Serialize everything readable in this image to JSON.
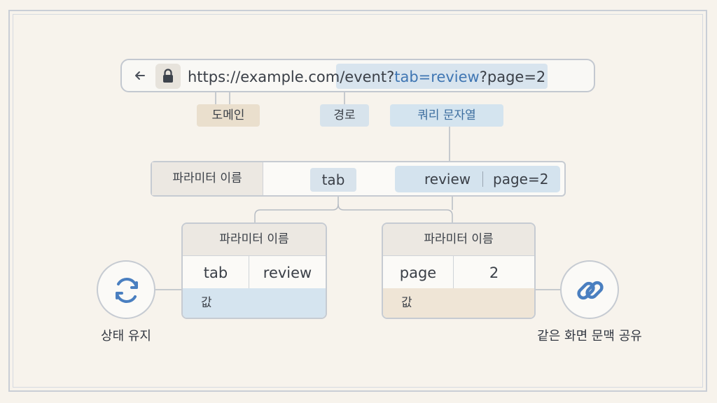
{
  "url_bar": {
    "scheme": "https://",
    "domain": "example.com",
    "path": "/event?",
    "query_tab": "tab=review",
    "query_page": "?page=2"
  },
  "labels": {
    "domain": "도메인",
    "path": "경로",
    "query": "쿼리 문자열"
  },
  "param_row": {
    "label": "파라미터 이름",
    "tab": "tab",
    "review": "review",
    "page": "page=2"
  },
  "table_left": {
    "header": "파라미터 이름",
    "name": "tab",
    "value": "review",
    "value_label": "값"
  },
  "table_right": {
    "header": "파라미터 이름",
    "name": "page",
    "value": "2",
    "value_label": "값"
  },
  "captions": {
    "left": "상태 유지",
    "right": "같은 화면 문맥 공유"
  },
  "icons": {
    "back": "arrow-left-icon",
    "lock": "lock-icon",
    "sync": "sync-icon",
    "link": "link-icon"
  },
  "colors": {
    "accent_blue": "#3f76b3",
    "blue_fill": "#d5e4ef",
    "beige_fill": "#efe5d6"
  }
}
